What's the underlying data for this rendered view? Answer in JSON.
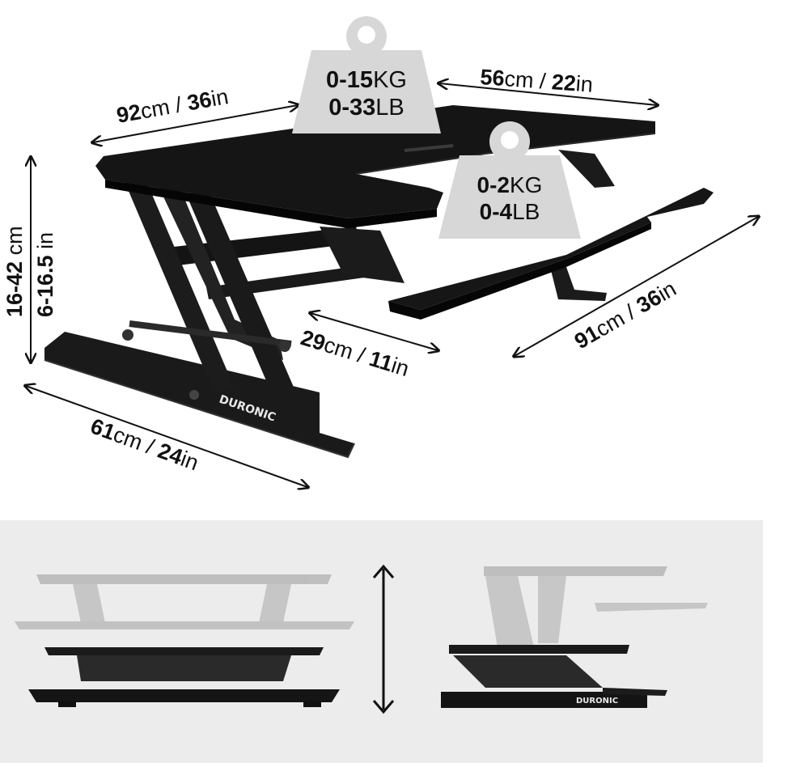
{
  "dimensions": {
    "top_width": {
      "value": "92",
      "unit": "cm / ",
      "value2": "36",
      "unit2": "in"
    },
    "right_width": {
      "value": "56",
      "unit": "cm / ",
      "value2": "22",
      "unit2": "in"
    },
    "height_cm": {
      "value": "16-42",
      "unit": " cm"
    },
    "height_in": {
      "value": "6-16.5",
      "unit": " in"
    },
    "depth": {
      "value": "29",
      "unit": "cm / ",
      "value2": "11",
      "unit2": "in"
    },
    "keyboard": {
      "value": "91",
      "unit": "cm / ",
      "value2": "36",
      "unit2": "in"
    },
    "base": {
      "value": "61",
      "unit": "cm / ",
      "value2": "24",
      "unit2": "in"
    }
  },
  "weights": {
    "desk": {
      "kg_value": "0-15",
      "kg_unit": "KG",
      "lb_value": "0-33",
      "lb_unit": "LB"
    },
    "keyboard": {
      "kg_value": "0-2",
      "kg_unit": "KG",
      "lb_value": "0-4",
      "lb_unit": "LB"
    }
  },
  "brand": {
    "logo": "DURONIC"
  },
  "colors": {
    "desk": "#151515",
    "weight_fill": "#d7d7d7",
    "panel_bg": "#ececec"
  },
  "icons": [
    "height-adjust-arrow-icon",
    "dimension-arrow-icon",
    "weight-icon"
  ]
}
